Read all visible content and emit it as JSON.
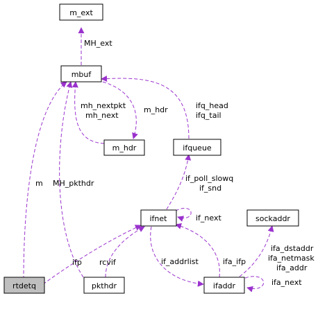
{
  "colors": {
    "edge": "#9a32cd",
    "highlight_node": "#bfbfbf"
  },
  "nodes": {
    "m_ext": "m_ext",
    "mbuf": "mbuf",
    "m_hdr": "m_hdr",
    "ifqueue": "ifqueue",
    "ifnet": "ifnet",
    "sockaddr": "sockaddr",
    "rtdetq": "rtdetq",
    "pkthdr": "pkthdr",
    "ifaddr": "ifaddr"
  },
  "edges": {
    "mbuf_to_m_ext": "MH_ext",
    "m_hdr_to_mbuf_line1": "mh_nextpkt",
    "m_hdr_to_mbuf_line2": "mh_next",
    "mbuf_to_m_hdr": "m_hdr",
    "ifqueue_to_mbuf_line1": "ifq_head",
    "ifqueue_to_mbuf_line2": "ifq_tail",
    "rtdetq_to_mbuf": "m",
    "pkthdr_to_mbuf": "MH_pkthdr",
    "ifnet_to_ifqueue_line1": "if_poll_slowq",
    "ifnet_to_ifqueue_line2": "if_snd",
    "ifnet_self": "if_next",
    "ifaddr_to_sockaddr_line1": "ifa_dstaddr",
    "ifaddr_to_sockaddr_line2": "ifa_netmask",
    "ifaddr_to_sockaddr_line3": "ifa_addr",
    "rtdetq_to_ifnet": "ifp",
    "pkthdr_to_ifnet": "rcvif",
    "ifnet_to_ifaddr": "if_addrlist",
    "ifaddr_to_ifnet": "ifa_ifp",
    "ifaddr_self": "ifa_next"
  }
}
